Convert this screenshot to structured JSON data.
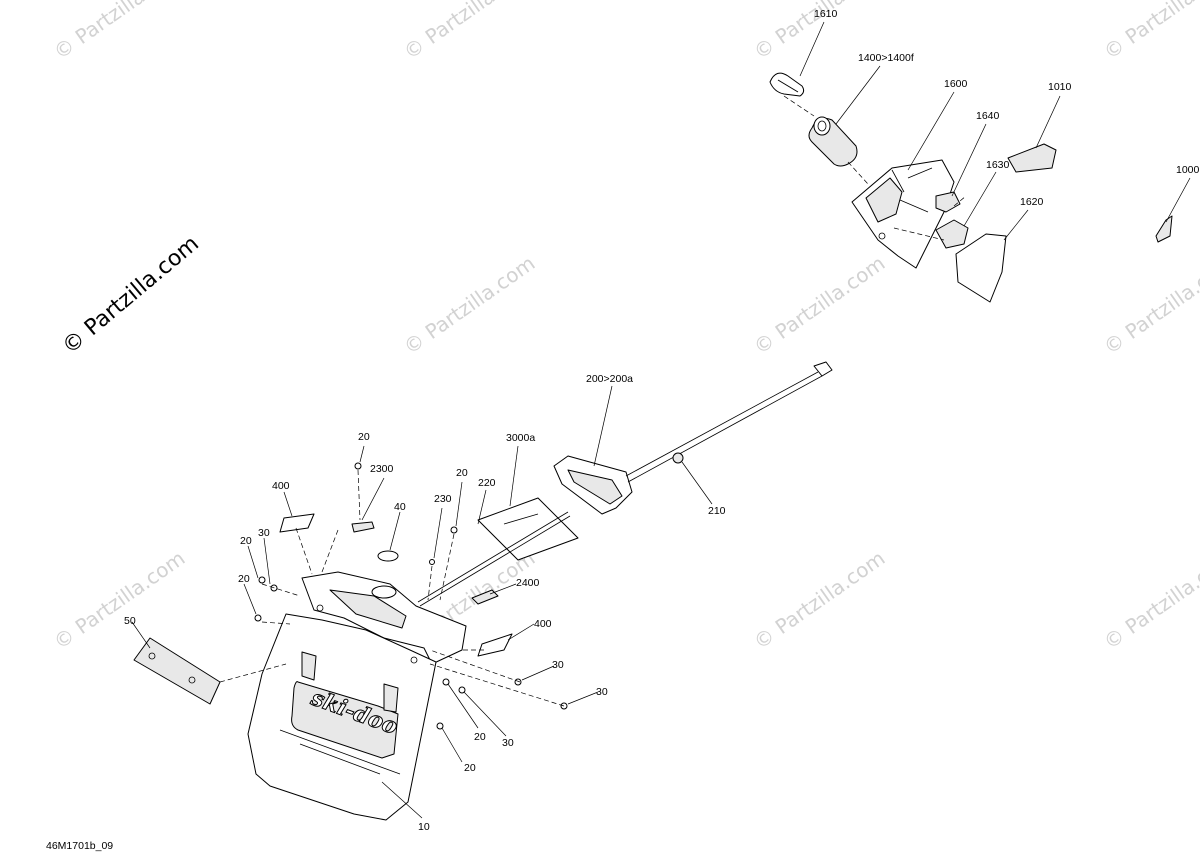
{
  "watermark": {
    "text": "© Partzilla.com"
  },
  "brand": {
    "text": "© Partzilla.com"
  },
  "diagram_ref": "46M1701b_09",
  "mudflap_logo": "ski-doo",
  "callouts": {
    "c1610": "1610",
    "c1400": "1400>1400f",
    "c1600": "1600",
    "c1640": "1640",
    "c1010": "1010",
    "c1630": "1630",
    "c1620": "1620",
    "c1000": "1000",
    "c200": "200>200a",
    "c210": "210",
    "c3000": "3000a",
    "c220": "220",
    "c20a": "20",
    "c2300": "2300",
    "c20b": "20",
    "c230": "230",
    "c400a": "400",
    "c40": "40",
    "c30a": "30",
    "c20c": "20",
    "c20d": "20",
    "c2400": "2400",
    "c50": "50",
    "c400b": "400",
    "c30b": "30",
    "c30c": "30",
    "c20e": "20",
    "c30d": "30",
    "c20f": "20",
    "c10": "10"
  }
}
